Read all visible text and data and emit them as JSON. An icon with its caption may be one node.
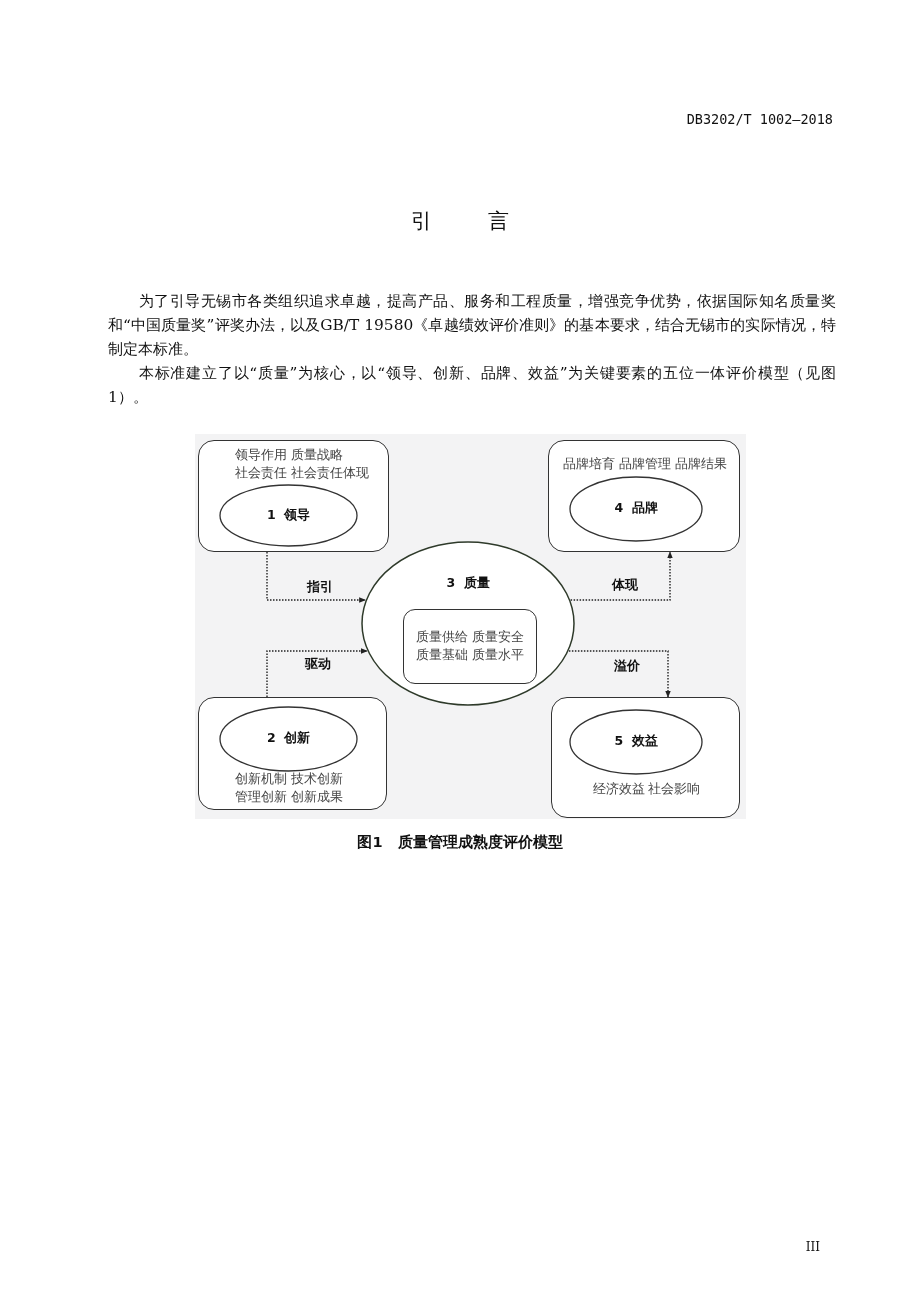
{
  "diagram": {
    "title": "引言",
    "caption": "图1　质量管理成熟度评价模型",
    "nodes": [
      {
        "text": [
          "领导作用 质量战略",
          "社会责任 社会责任体现"
        ]
      },
      {
        "text": [
          "1 领导"
        ],
        "in": 0
      },
      {
        "text": [
          "品牌培育 品牌管理 品牌结果"
        ]
      },
      {
        "text": [
          "4 品牌"
        ],
        "in": 2
      },
      {
        "text": [
          "3 质量"
        ]
      },
      {
        "text": [
          "质量供给 质量安全",
          "质量基础 质量水平"
        ],
        "in": 4
      },
      {
        "text": [
          "创新机制 技术创新",
          "管理创新 创新成果"
        ]
      },
      {
        "text": [
          "2 创新"
        ],
        "in": 6
      },
      {
        "text": [
          "经济效益 社会影响"
        ]
      },
      {
        "text": [
          "5 效益"
        ],
        "in": 8
      }
    ],
    "edges": [
      {
        "from": 0,
        "to": 4,
        "arrow": "to",
        "label": "指引"
      },
      {
        "from": 6,
        "to": 4,
        "arrow": "to",
        "label": "驱动"
      },
      {
        "from": 4,
        "to": 2,
        "arrow": "to",
        "label": "体现"
      },
      {
        "from": 4,
        "to": 8,
        "arrow": "to",
        "label": "溢价"
      }
    ],
    "labels": [
      "DB3202/T 1002—2018",
      "为了引导无锡市各类组织追求卓越，提高产品、服务和工程质量，增强竞争优势，依据国际知名质量奖和“中国质量奖”评奖办法，以及GB/T 19580《卓越绩效评价准则》的基本要求，结合无锡市的实际情况，特制定本标准。",
      "本标准建立了以“质量”为核心，以“领导、创新、品牌、效益”为关键要素的五位一体评价模型（见图1）。",
      "III"
    ]
  }
}
